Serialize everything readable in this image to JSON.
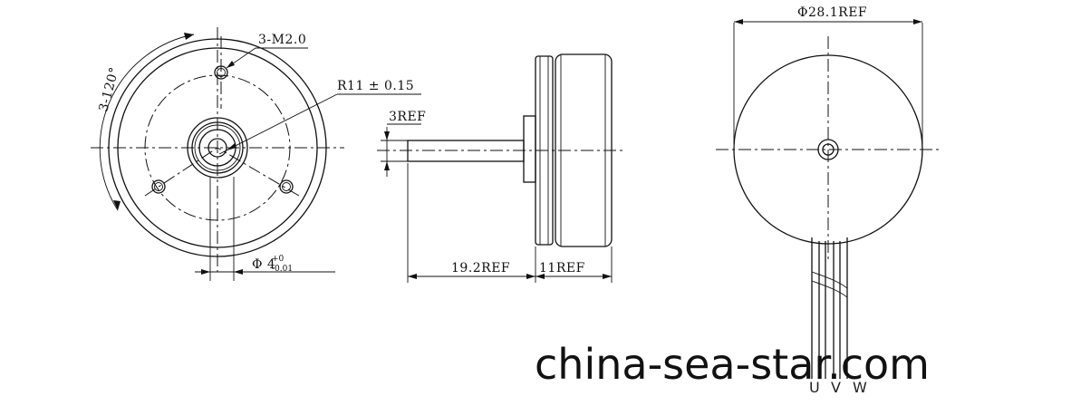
{
  "front_view": {
    "hole_callout": "3-M2.0",
    "radius_callout": "R11 ± 0.15",
    "angle_callout": "3-120°",
    "shaft_dia_base": "Φ 4",
    "shaft_dia_tol_upper": "+0",
    "shaft_dia_tol_lower": "-0.01"
  },
  "side_view": {
    "shaft_dia_callout": "3REF",
    "shaft_length_callout": "19.2REF",
    "body_length_callout": "11REF"
  },
  "rear_view": {
    "outer_dia_callout": "Φ28.1REF",
    "wires": [
      "U",
      "V",
      "W"
    ]
  },
  "watermark": "china-sea-star.com"
}
